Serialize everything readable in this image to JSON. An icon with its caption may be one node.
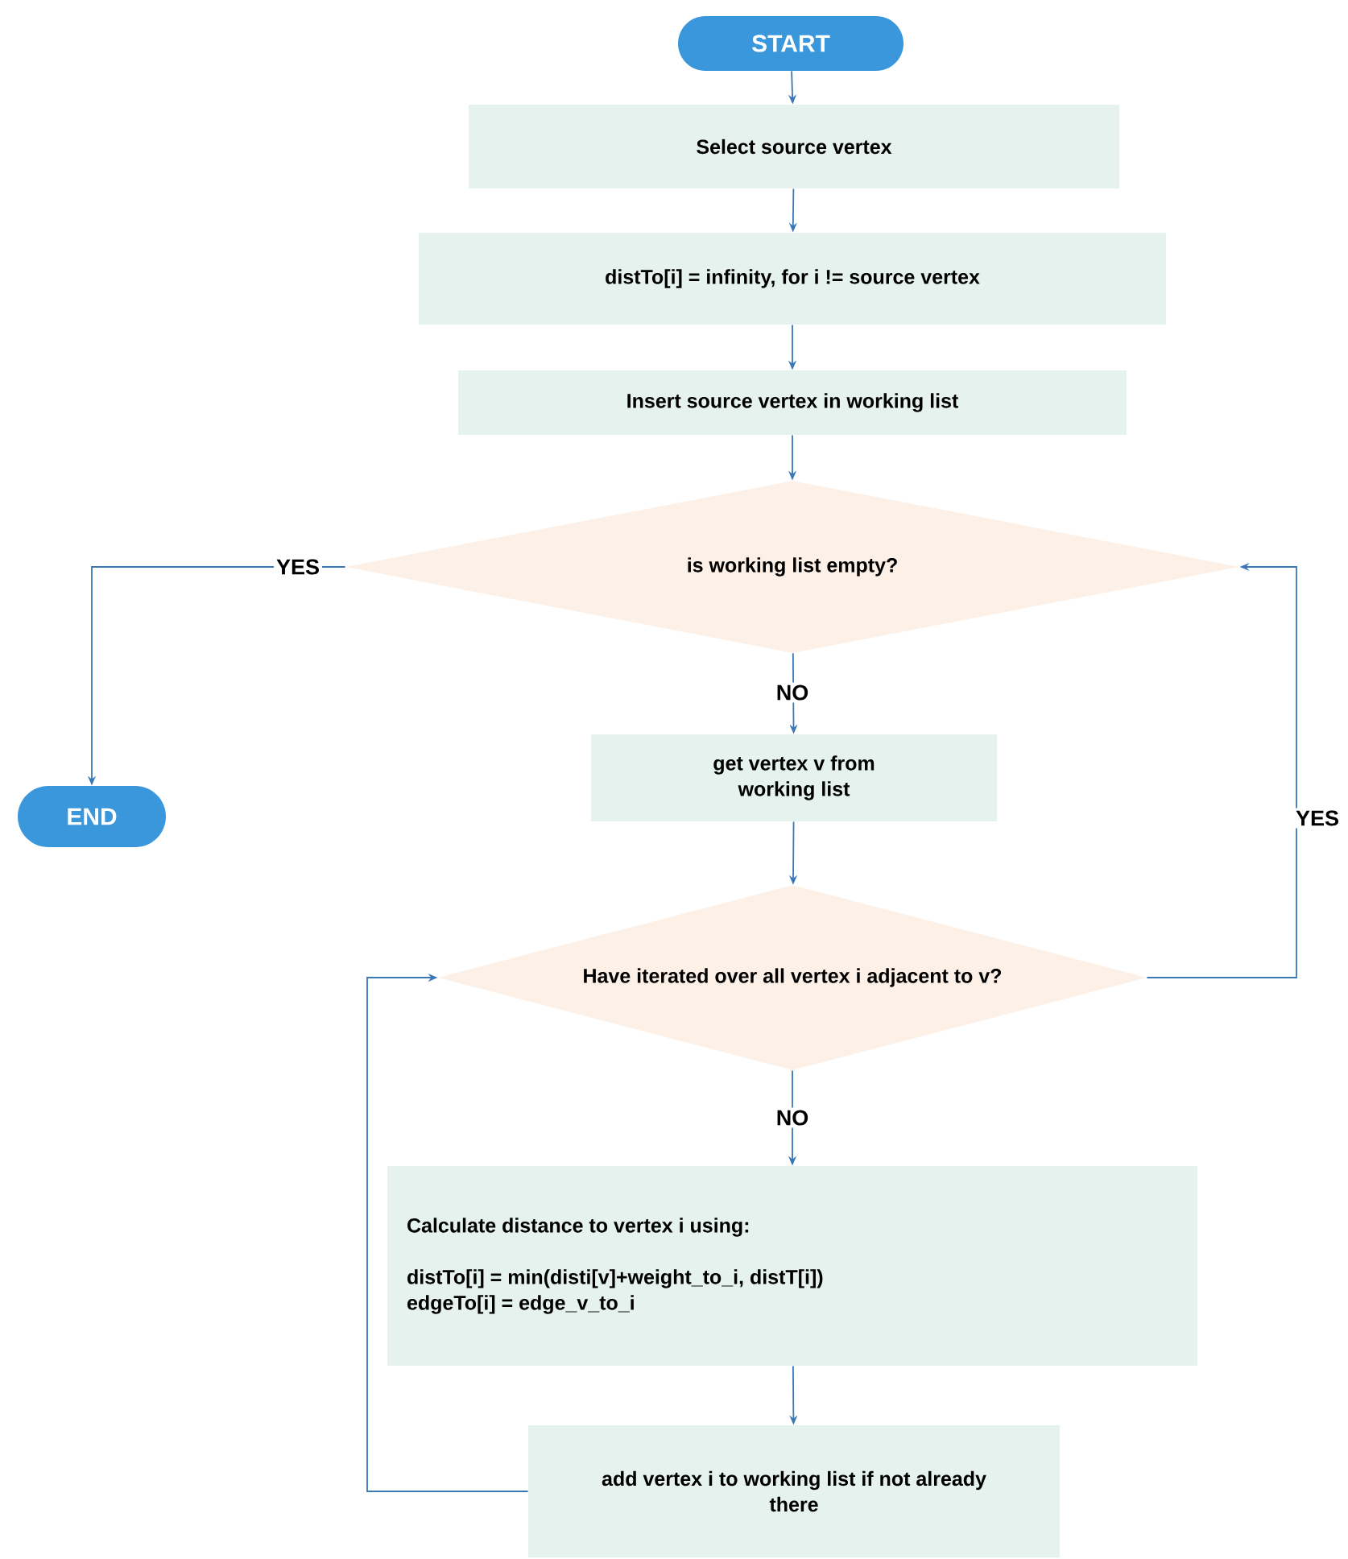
{
  "diagram": {
    "nodes": [
      {
        "text": [
          "START"
        ]
      },
      {
        "text": [
          "Select source vertex"
        ]
      },
      {
        "text": [
          "distTo[i] = infinity, for i != source vertex"
        ]
      },
      {
        "text": [
          "Insert source vertex in working list"
        ]
      },
      {
        "text": [
          "is working list empty?"
        ]
      },
      {
        "text": [
          "END"
        ]
      },
      {
        "text": [
          "get vertex v from working list"
        ]
      },
      {
        "text": [
          "Have iterated over all vertex i adjacent to v?"
        ]
      },
      {
        "text": [
          "Calculate distance to vertex i using:",
          "distTo[i] = min(disti[v]+weight_to_i, distT[i])",
          "edgeTo[i] = edge_v_to_i"
        ]
      },
      {
        "text": [
          "add vertex i to working list if not already there"
        ]
      }
    ],
    "edges": [
      {
        "from": 0,
        "to": 1,
        "arrow": "to"
      },
      {
        "from": 1,
        "to": 2,
        "arrow": "to"
      },
      {
        "from": 2,
        "to": 3,
        "arrow": "to"
      },
      {
        "from": 3,
        "to": 4,
        "arrow": "to"
      },
      {
        "from": 4,
        "to": 5,
        "arrow": "to",
        "label": "YES"
      },
      {
        "from": 4,
        "to": 6,
        "arrow": "to",
        "label": "NO"
      },
      {
        "from": 6,
        "to": 7,
        "arrow": "to"
      },
      {
        "from": 7,
        "to": 4,
        "arrow": "to",
        "label": "YES"
      },
      {
        "from": 7,
        "to": 8,
        "arrow": "to",
        "label": "NO"
      },
      {
        "from": 8,
        "to": 9,
        "arrow": "to"
      },
      {
        "from": 9,
        "to": 7,
        "arrow": "to"
      }
    ]
  }
}
